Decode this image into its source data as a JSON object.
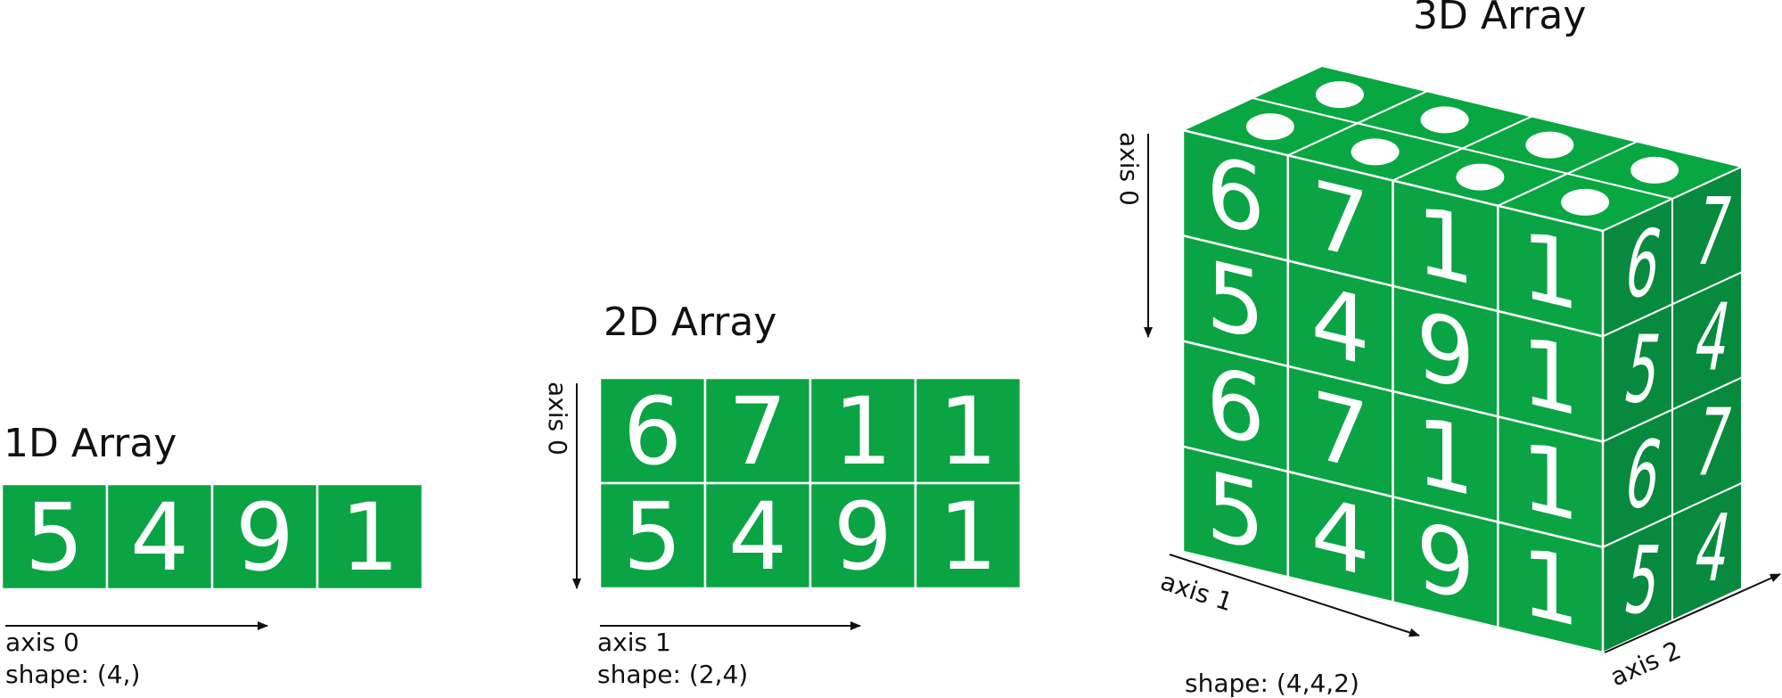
{
  "colors": {
    "cell_fill": "#0aa444",
    "side_fill": "#088a3e",
    "line": "#ffffff",
    "text": "#111111"
  },
  "array_1d": {
    "title": "1D Array",
    "values": [
      5,
      4,
      9,
      1
    ],
    "axis0_label": "axis 0",
    "shape_label": "shape: (4,)"
  },
  "array_2d": {
    "title": "2D Array",
    "rows": [
      [
        6,
        7,
        1,
        1
      ],
      [
        5,
        4,
        9,
        1
      ]
    ],
    "axis0_label": "axis 0",
    "axis1_label": "axis 1",
    "shape_label": "shape: (2,4)"
  },
  "array_3d": {
    "title": "3D Array",
    "front_rows": [
      [
        6,
        7,
        1,
        1
      ],
      [
        5,
        4,
        9,
        1
      ],
      [
        6,
        7,
        1,
        1
      ],
      [
        5,
        4,
        9,
        1
      ]
    ],
    "side_rows": [
      [
        6,
        7
      ],
      [
        5,
        4
      ],
      [
        6,
        7
      ],
      [
        5,
        4
      ]
    ],
    "top_hole_icon": "circle-hole-icon",
    "axis0_label": "axis 0",
    "axis1_label": "axis 1",
    "axis2_label": "axis 2",
    "shape_label": "shape: (4,4,2)"
  }
}
